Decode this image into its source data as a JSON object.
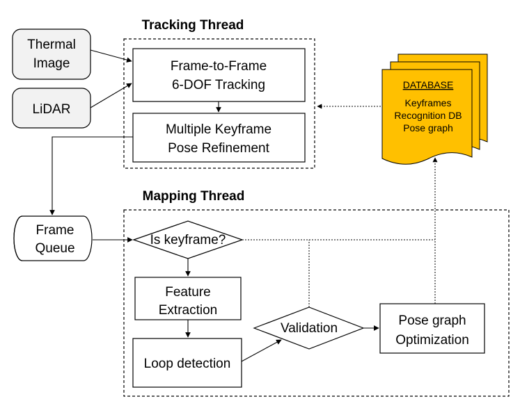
{
  "tracking": {
    "title": "Tracking Thread",
    "frame_tracking": [
      "Frame-to-Frame",
      "6-DOF Tracking"
    ],
    "keyframe_refinement": [
      "Multiple Keyframe",
      "Pose Refinement"
    ]
  },
  "inputs": {
    "thermal": [
      "Thermal",
      "Image"
    ],
    "lidar": "LiDAR"
  },
  "database": {
    "title": "DATABASE",
    "items": [
      "Keyframes",
      "Recognition DB",
      "Pose graph"
    ]
  },
  "mapping": {
    "title": "Mapping Thread",
    "frame_queue": [
      "Frame",
      "Queue"
    ],
    "is_keyframe": "Is keyframe?",
    "feature_extraction": [
      "Feature",
      "Extraction"
    ],
    "loop_detection": "Loop detection",
    "validation": "Validation",
    "pose_graph": [
      "Pose graph",
      "Optimization"
    ]
  },
  "colors": {
    "database_fill": "#FFC000",
    "input_fill": "#F2F2F2",
    "stroke": "#000000"
  }
}
